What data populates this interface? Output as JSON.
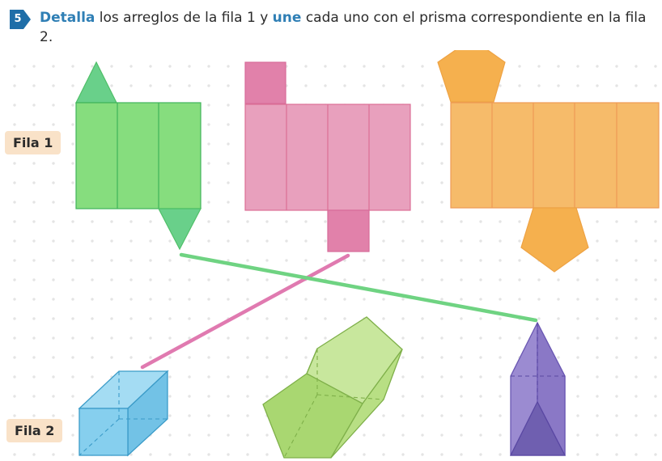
{
  "exercise": {
    "number": "5",
    "verb_detect": "Detalla",
    "text_part1": " los arreglos de la fila 1 y ",
    "verb_join": "une",
    "text_part2": " cada uno con el prisma correspondiente en la fila 2."
  },
  "rows": {
    "row1_label": "Fila 1",
    "row2_label": "Fila 2"
  },
  "nets": [
    {
      "shape": "triangular-prism-net",
      "color": "#86dd7e",
      "base_color": "#69d08a"
    },
    {
      "shape": "square-prism-net",
      "color": "#e8a0bd",
      "base_color": "#e181aa"
    },
    {
      "shape": "pentagonal-prism-net",
      "color": "#f6bb6a",
      "base_color": "#f5b04e"
    }
  ],
  "prisms": [
    {
      "shape": "rectangular-prism",
      "color": "#86cfee"
    },
    {
      "shape": "pentagonal-prism",
      "color": "#b8df84"
    },
    {
      "shape": "triangular-prism",
      "color": "#9b8bd1"
    }
  ],
  "connections": [
    {
      "from": "square-prism-net",
      "to": "rectangular-prism",
      "color": "#e07ab0"
    },
    {
      "from": "triangular-prism-net",
      "to": "triangular-prism",
      "color": "#6fd382"
    }
  ]
}
